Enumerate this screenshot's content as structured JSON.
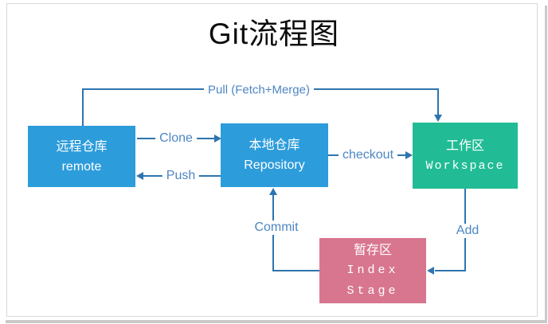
{
  "title": "Git流程图",
  "colors": {
    "repo_blue": "#2d9cdb",
    "workspace_green": "#21bc95",
    "stage_pink": "#d8768f",
    "connector_blue": "#2e74ae",
    "label_blue": "#4d86c4"
  },
  "nodes": {
    "remote": {
      "line1": "远程仓库",
      "line2": "remote"
    },
    "repository": {
      "line1": "本地仓库",
      "line2": "Repository"
    },
    "workspace": {
      "line1": "工作区",
      "line2": "Workspace"
    },
    "stage": {
      "line1": "暂存区",
      "line2": "Index",
      "line3": "Stage"
    }
  },
  "edges": {
    "pull": "Pull (Fetch+Merge)",
    "clone": "Clone",
    "push": "Push",
    "checkout": "checkout",
    "commit": "Commit",
    "add": "Add"
  }
}
